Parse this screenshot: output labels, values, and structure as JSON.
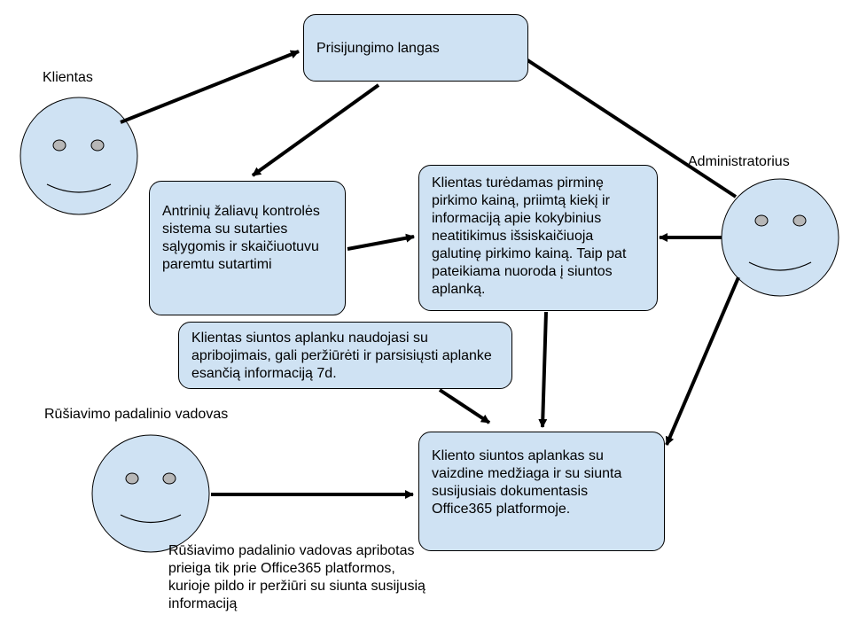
{
  "actors": {
    "klientas": "Klientas",
    "administratorius": "Administratorius",
    "vadovas": "Rūšiavimo padalinio vadovas"
  },
  "boxes": {
    "login": "Prisijungimo langas",
    "control_system": "Antrinių žaliavų kontrolės sistema su sutarties sąlygomis ir skaičiuotuvu paremtu sutartimi",
    "price_calc": "Klientas turėdamas pirminę pirkimo kainą, priimtą kiekį ir informaciją apie kokybinius neatitikimus išsiskaičiuoja galutinę pirkimo kainą. Taip pat pateikiama nuoroda į siuntos aplanką.",
    "folder_access": "Klientas siuntos aplanku naudojasi su apribojimais, gali peržiūrėti ir parsisiųsti aplanke esančią informaciją 7d.",
    "client_folder": "Kliento siuntos aplankas su vaizdine medžiaga ir su siunta susijusiais dokumentasis Office365 platformoje."
  },
  "notes": {
    "vadovas_access": "Rūšiavimo padalinio vadovas apribotas prieiga tik prie Office365 platformos, kurioje pildo ir peržiūri su siunta susijusią informaciją"
  },
  "colors": {
    "fill": "#cfe2f3",
    "stroke": "#000000",
    "eye": "#b7b7b7"
  }
}
